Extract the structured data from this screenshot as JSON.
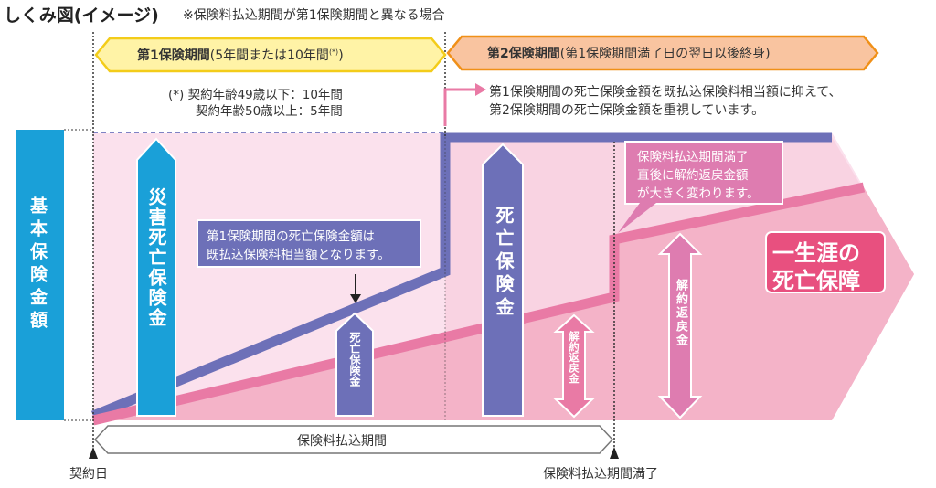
{
  "title": "しくみ図(イメージ)",
  "note": "※保険料払込期間が第1保険期間と異なる場合",
  "period1": {
    "label": "第1保険期間",
    "detail": "(5年間または10年間",
    "sup": "(*)",
    "close": ")"
  },
  "period2": {
    "label": "第2保険期間",
    "detail": "(第1保険期間満了日の翌日以後終身)"
  },
  "footnote": {
    "line1": "(*) 契約年齢49歳以下：10年間",
    "line2": "契約年齢50歳以上：5年間"
  },
  "explanation": {
    "line1": "第1保険期間の死亡保険金額を既払込保険料相当額に抑えて、",
    "line2": "第2保険期間の死亡保険金額を重視しています。"
  },
  "left_label": "基本保険金額",
  "arrows": {
    "disaster_death": "災害死亡保険金",
    "death_small": "死亡保険金",
    "death_large": "死亡保険金",
    "surrender_small": "解約返戻金",
    "surrender_large": "解約返戻金"
  },
  "callout_purple": {
    "line1": "第1保険期間の死亡保険金額は",
    "line2": "既払込保険料相当額となります。"
  },
  "callout_pink": {
    "line1": "保険料払込期間満了",
    "line2": "直後に解約返戻金額",
    "line3": "が大きく変わります。"
  },
  "lifetime": {
    "line1": "一生涯の",
    "line2": "死亡保障"
  },
  "payment_period": "保険料払込期間",
  "contract_date": "契約日",
  "payment_end": "保険料払込期間満了",
  "colors": {
    "blue": "#1aa0d8",
    "purple": "#6d70b8",
    "pink": "#e97aa5",
    "light_pink": "#fbe1ed",
    "mid_pink": "#f4b3c8",
    "accent": "#e8507f",
    "yellow": "#fff3a6",
    "orange": "#f9c4a0"
  }
}
